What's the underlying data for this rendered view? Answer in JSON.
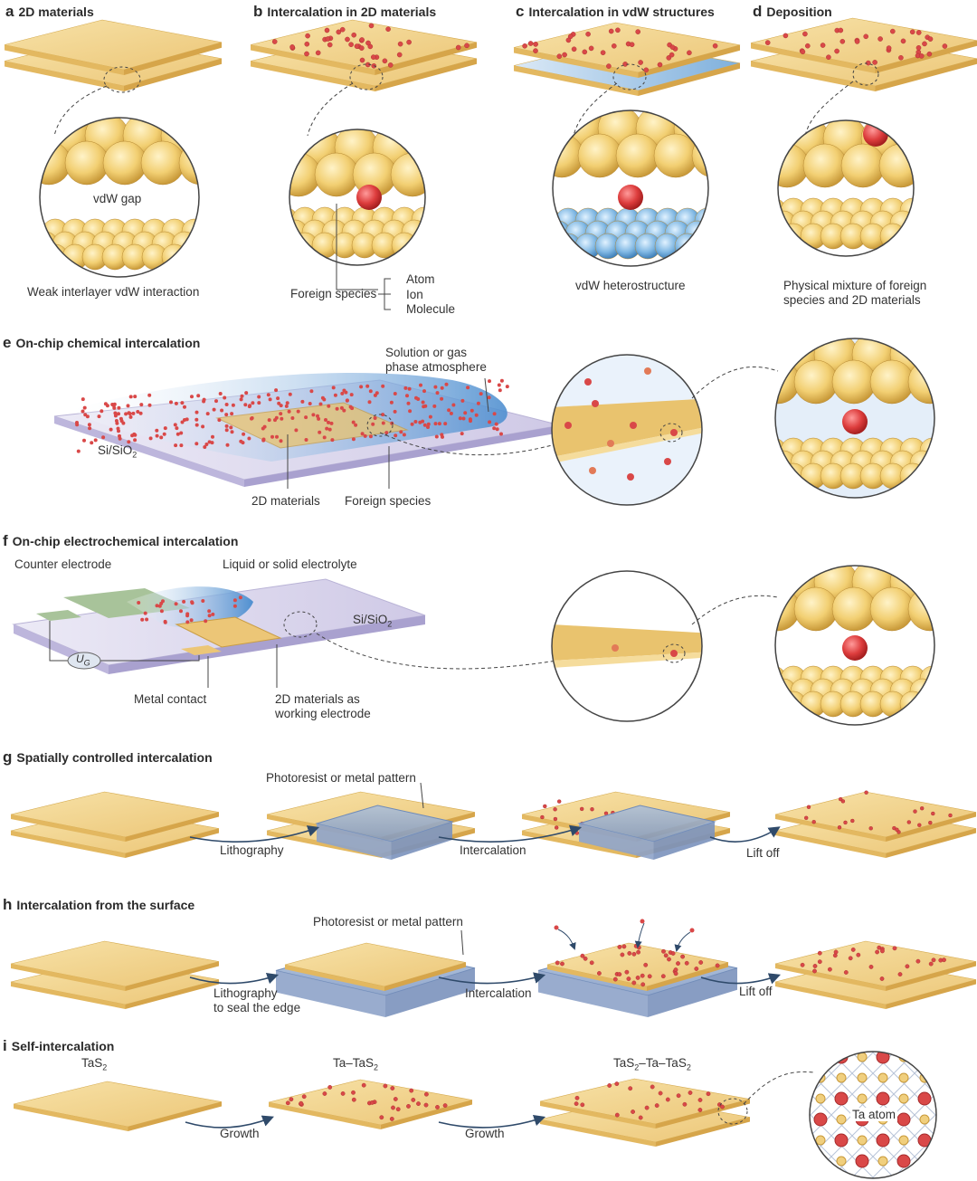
{
  "panels": {
    "a": {
      "letter": "a",
      "title": "2D materials",
      "gap": "vdW gap",
      "caption": "Weak interlayer vdW interaction"
    },
    "b": {
      "letter": "b",
      "title": "Intercalation in 2D materials",
      "foreign": "Foreign species",
      "atom": "Atom",
      "ion": "Ion",
      "molecule": "Molecule"
    },
    "c": {
      "letter": "c",
      "title": "Intercalation in vdW structures",
      "caption": "vdW heterostructure"
    },
    "d": {
      "letter": "d",
      "title": "Deposition",
      "caption1": "Physical mixture of foreign",
      "caption2": "species and 2D materials"
    },
    "e": {
      "letter": "e",
      "title": "On-chip chemical intercalation",
      "solution1": "Solution or gas",
      "solution2": "phase atmosphere",
      "substrate": "Si/SiO",
      "substrate_sub": "2",
      "material": "2D materials",
      "foreign": "Foreign species"
    },
    "f": {
      "letter": "f",
      "title": "On-chip electrochemical intercalation",
      "counter": "Counter electrode",
      "electrolyte": "Liquid or solid electrolyte",
      "substrate": "Si/SiO",
      "substrate_sub": "2",
      "gate": "U",
      "gate_sub": "G",
      "metal": "Metal contact",
      "working1": "2D materials as",
      "working2": "working electrode"
    },
    "g": {
      "letter": "g",
      "title": "Spatially controlled intercalation",
      "pattern": "Photoresist or metal pattern",
      "step1": "Lithography",
      "step2": "Intercalation",
      "step3": "Lift off"
    },
    "h": {
      "letter": "h",
      "title": "Intercalation from the surface",
      "pattern": "Photoresist or metal pattern",
      "step1a": "Lithography",
      "step1b": "to seal the edge",
      "step2": "Intercalation",
      "step3": "Lift off"
    },
    "i": {
      "letter": "i",
      "title": "Self-intercalation",
      "s1": "TaS",
      "s1_sub": "2",
      "s2": "Ta–TaS",
      "s2_sub": "2",
      "s3a": "TaS",
      "s3b": "–Ta–TaS",
      "s3_sub": "2",
      "step": "Growth",
      "ta": "Ta atom"
    }
  },
  "colors": {
    "gold": "#f0cf7e",
    "gold_dark": "#d9ad4e",
    "red": "#d94848",
    "blue": "#9ec9ea",
    "glass": "#8fa9cc"
  }
}
